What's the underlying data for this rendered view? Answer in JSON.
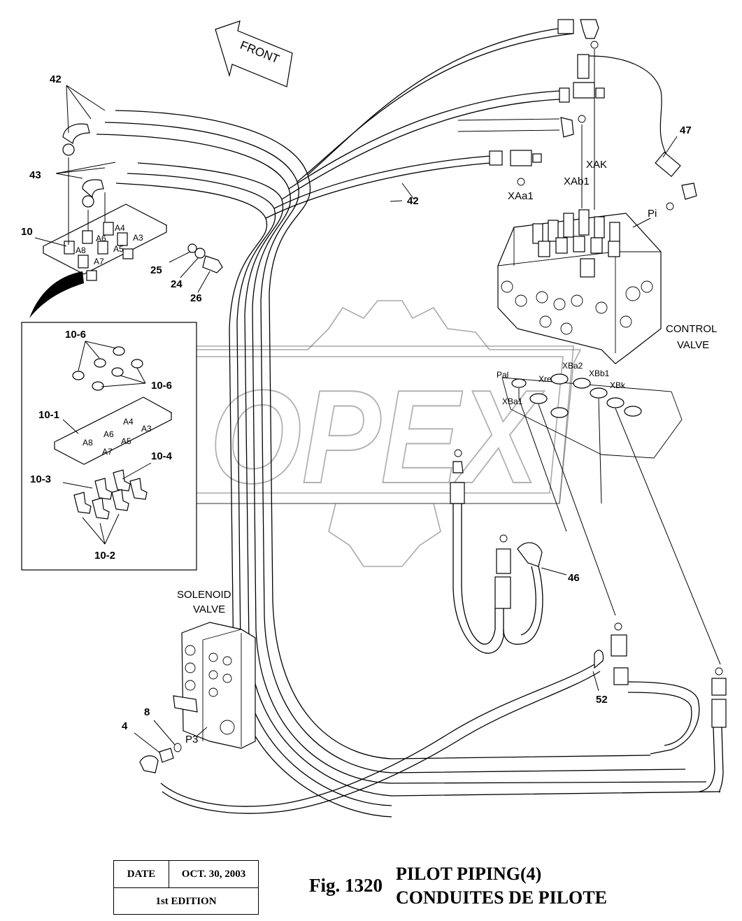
{
  "labels": {
    "front": "FRONT",
    "control_valve_1": "CONTROL",
    "control_valve_2": "VALVE",
    "solenoid_valve_1": "SOLENOID",
    "solenoid_valve_2": "VALVE",
    "xak": "XAK",
    "xab1": "XAb1",
    "xaa1": "XAa1",
    "pi": "Pi",
    "pal": "Pal",
    "xre": "Xre",
    "xba2": "XBa2",
    "xbb1": "XBb1",
    "xbk": "XBk",
    "xba1": "XBa1",
    "p3": "P3",
    "a3": "A3",
    "a4": "A4",
    "a5": "A5",
    "a6": "A6",
    "a7": "A7",
    "a8": "A8"
  },
  "part_numbers": {
    "n42_top": "42",
    "n42_right": "42",
    "n43": "43",
    "n10": "10",
    "n25": "25",
    "n24": "24",
    "n26": "26",
    "n47": "47",
    "n46": "46",
    "n52": "52",
    "n4": "4",
    "n8": "8",
    "n10_6_top": "10-6",
    "n10_6_right": "10-6",
    "n10_1": "10-1",
    "n10_4": "10-4",
    "n10_3": "10-3",
    "n10_2": "10-2"
  },
  "watermark": {
    "text": "OPEX"
  },
  "stamp": {
    "date_label": "DATE",
    "date_value": "OCT. 30, 2003",
    "edition": "1st EDITION"
  },
  "figure": {
    "number": "Fig. 1320",
    "title_en": "PILOT PIPING(4)",
    "title_fr": "CONDUITES DE PILOTE"
  }
}
